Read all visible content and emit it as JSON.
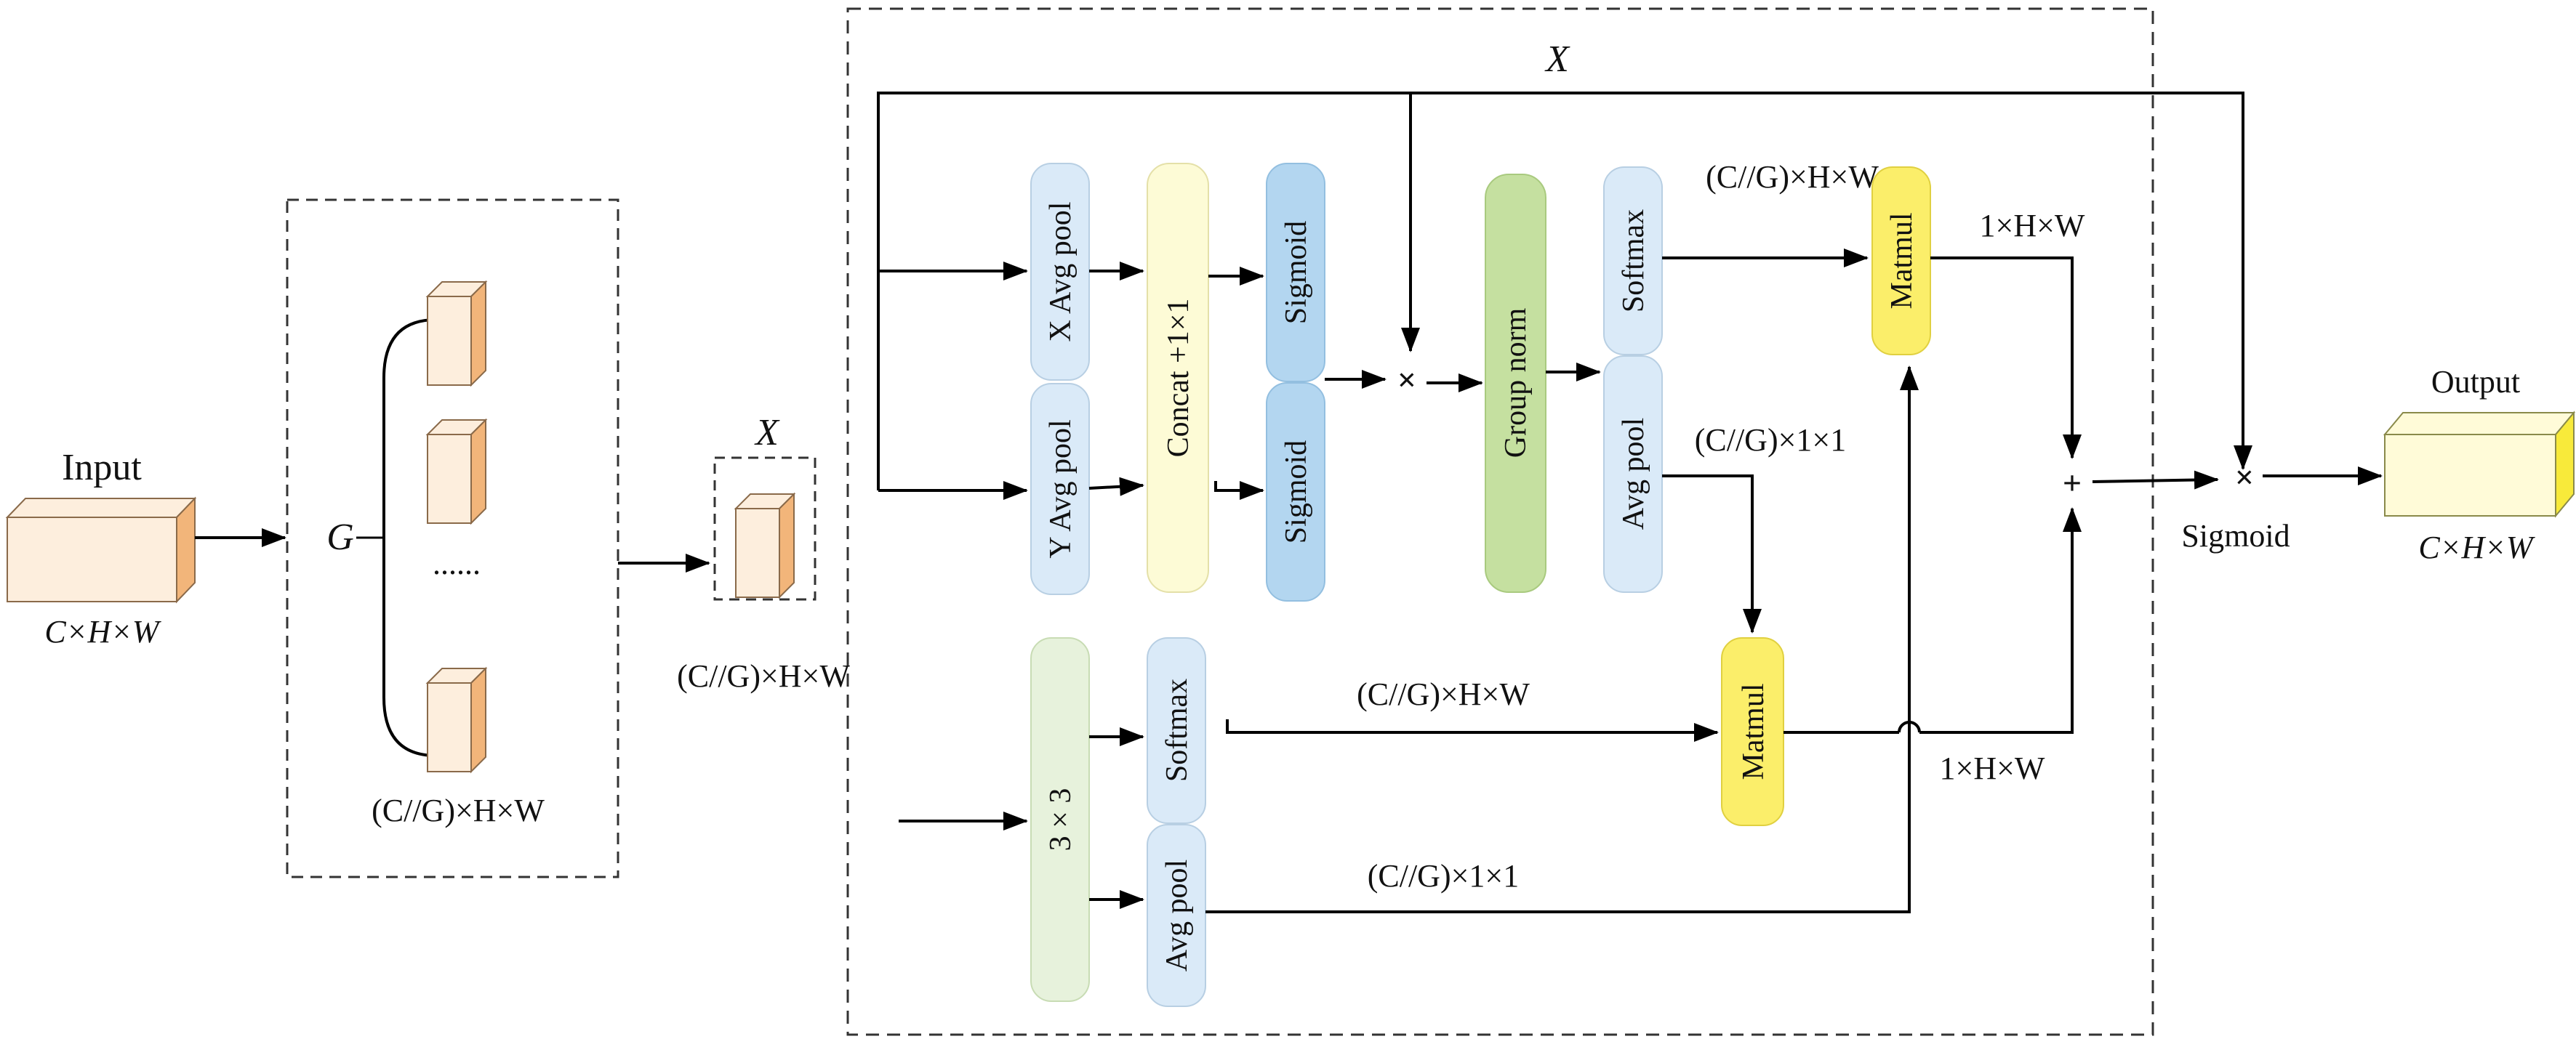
{
  "input": {
    "title": "Input",
    "dims": "C×H×W"
  },
  "grouping": {
    "g_label": "G",
    "dots": "......",
    "dims": "(C//G)×H×W"
  },
  "group_x": {
    "label": "X",
    "dims": "(C//G)×H×W"
  },
  "main": {
    "x_label": "X",
    "x_avg_pool": "X Avg pool",
    "y_avg_pool": "Y Avg pool",
    "concat": "Concat +1×1",
    "sigmoid_top": "Sigmoid",
    "sigmoid_bottom": "Sigmoid",
    "mul_op": "×",
    "group_norm": "Group norm",
    "softmax_top": "Softmax",
    "avg_pool_top": "Avg pool",
    "matmul_top": "Matmul",
    "conv3x3": "3 × 3",
    "softmax_bottom": "Softmax",
    "avg_pool_bottom": "Avg pool",
    "matmul_bottom": "Matmul",
    "add_op": "+",
    "final_mul_op": "×",
    "sigmoid_label": "Sigmoid",
    "dim_softmax_top": "(C//G)×H×W",
    "dim_matmul_top": "1×H×W",
    "dim_avg_top": "(C//G)×1×1",
    "dim_softmax_bottom": "(C//G)×H×W",
    "dim_matmul_bottom": "1×H×W",
    "dim_avg_bottom": "(C//G)×1×1"
  },
  "output": {
    "title": "Output",
    "dims": "C×H×W"
  },
  "colors": {
    "blue": "#daeaf8",
    "blue_dark": "#b3d6f0",
    "yellow_light": "#fdfbd6",
    "yellow": "#fbee6a",
    "green": "#c5e0a0",
    "green_light": "#e7f2dc",
    "orange_front": "#fdeedd",
    "orange_side": "#f2b57a",
    "output_front": "#fffbd8",
    "output_side": "#f8ea3a"
  }
}
